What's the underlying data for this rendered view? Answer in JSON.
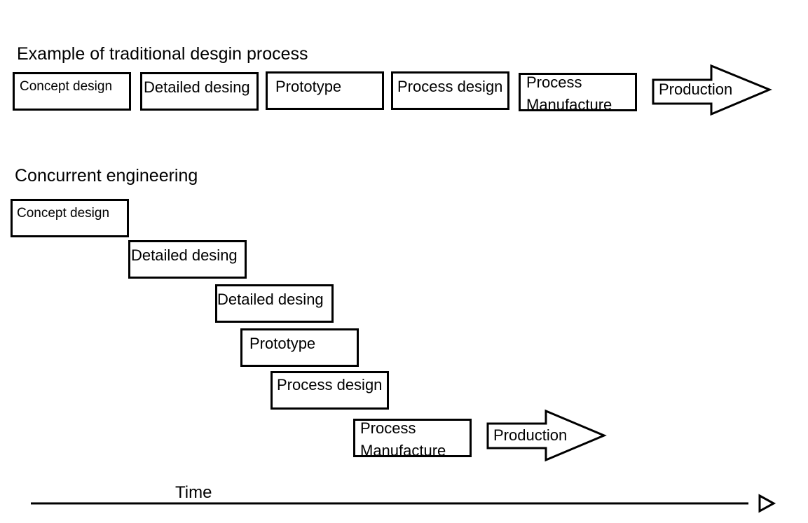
{
  "traditional": {
    "title": "Example of traditional desgin process",
    "steps": [
      "Concept design",
      "Detailed desing",
      "Prototype",
      "Process design",
      "Process\nManufacture"
    ],
    "final": "Production"
  },
  "concurrent": {
    "title": "Concurrent engineering",
    "steps": [
      "Concept design",
      "Detailed desing",
      "Detailed desing",
      "Prototype",
      "Process design",
      "Process\nManufacture"
    ],
    "final": "Production"
  },
  "timeline": {
    "label": "Time"
  }
}
